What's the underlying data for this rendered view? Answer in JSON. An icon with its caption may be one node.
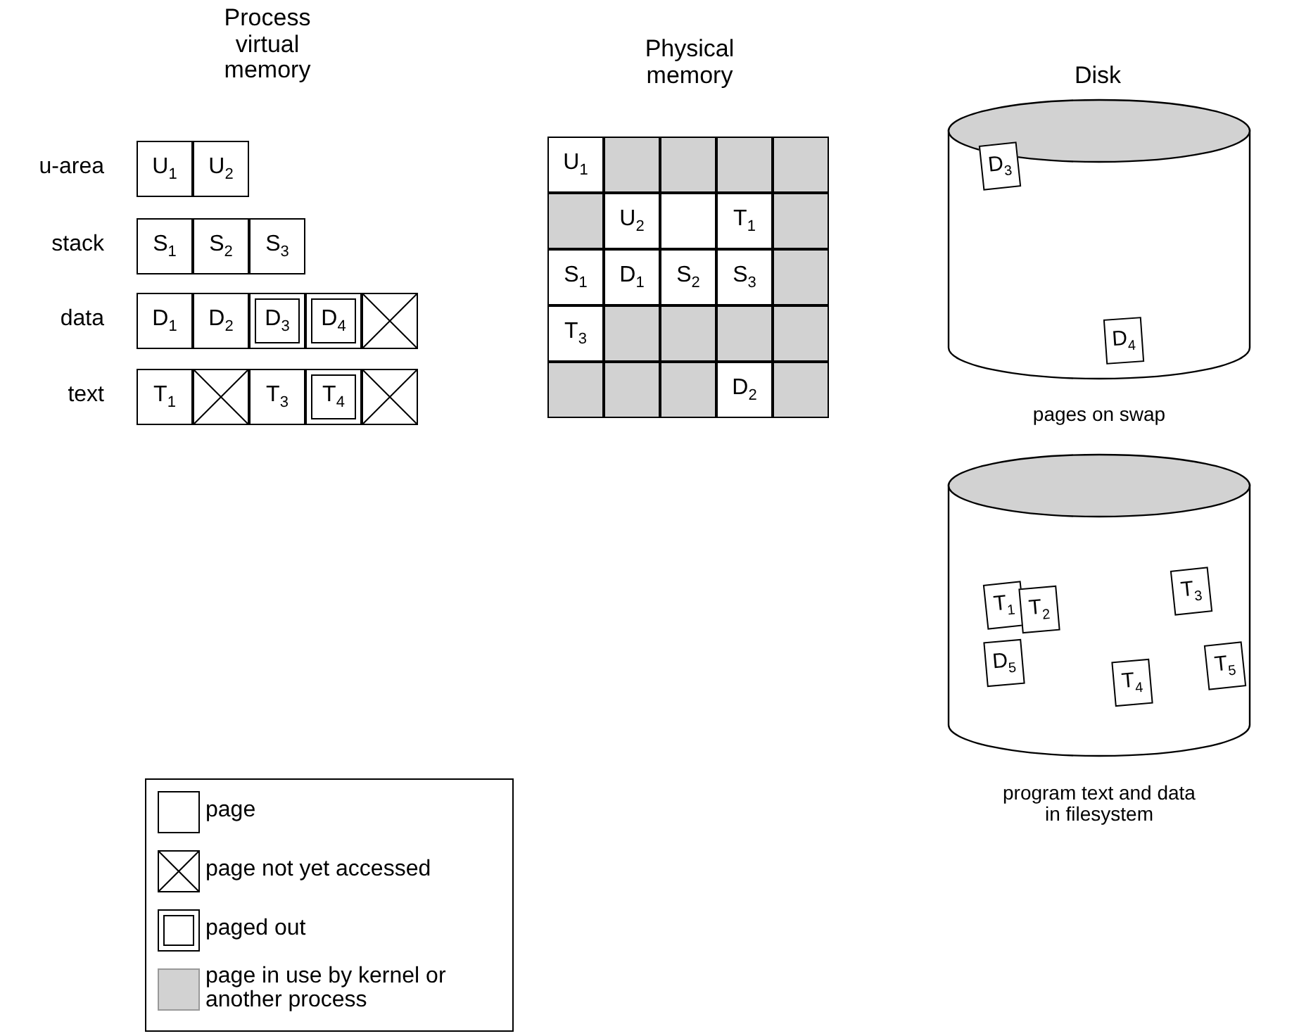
{
  "diagram": {
    "nodes": [
      {
        "text": [
          "U$_{1}$"
        ]
      },
      {
        "text": [
          "U$_{2}$"
        ]
      },
      {
        "text": [
          "S$_{1}$"
        ]
      },
      {
        "text": [
          "S$_{2}$"
        ]
      },
      {
        "text": [
          "S$_{3}$"
        ]
      },
      {
        "text": [
          "D$_{1}$"
        ]
      },
      {
        "text": [
          "D$_{2}$"
        ]
      },
      {
        "text": [
          "D$_{3}$"
        ]
      },
      {
        "text": [
          "D$_{4}$"
        ]
      },
      {
        "text": [],
        "shape": "box"
      },
      {
        "text": [
          "T$_{1}$"
        ]
      },
      {
        "text": [],
        "shape": "box"
      },
      {
        "text": [
          "T$_{3}$"
        ]
      },
      {
        "text": [
          "T$_{4}$"
        ]
      },
      {
        "text": [],
        "shape": "box"
      },
      {
        "text": [
          "U$_{1}$"
        ]
      },
      {
        "text": [],
        "shape": "box"
      },
      {
        "text": [],
        "shape": "box"
      },
      {
        "text": [],
        "shape": "box"
      },
      {
        "text": [],
        "shape": "box"
      },
      {
        "text": [],
        "shape": "box"
      },
      {
        "text": [
          "U$_{2}$"
        ]
      },
      {
        "text": [],
        "shape": "box"
      },
      {
        "text": [
          "T$_{1}$"
        ]
      },
      {
        "text": [],
        "shape": "box"
      },
      {
        "text": [
          "S$_{1}$"
        ]
      },
      {
        "text": [
          "D$_{1}$"
        ]
      },
      {
        "text": [
          "S$_{2}$"
        ]
      },
      {
        "text": [
          "S$_{3}$"
        ]
      },
      {
        "text": [],
        "shape": "box"
      },
      {
        "text": [
          "T$_{3}$"
        ]
      },
      {
        "text": [],
        "shape": "box"
      },
      {
        "text": [],
        "shape": "box"
      },
      {
        "text": [],
        "shape": "box"
      },
      {
        "text": [],
        "shape": "box"
      },
      {
        "text": [],
        "shape": "box"
      },
      {
        "text": [],
        "shape": "box"
      },
      {
        "text": [],
        "shape": "box"
      },
      {
        "text": [
          "D$_{2}$"
        ]
      },
      {
        "text": [],
        "shape": "box"
      },
      {
        "text": [],
        "shape": "cylinder",
        "beside": [
          "pages on swap"
        ]
      },
      {
        "text": [
          "D$_{3}$"
        ],
        "in": 40
      },
      {
        "text": [
          "D$_{4}$"
        ],
        "in": 40
      },
      {
        "text": [],
        "shape": "cylinder",
        "beside": [
          "program text and data in filesystem"
        ]
      },
      {
        "text": [
          "T$_{1}$"
        ],
        "in": 43
      },
      {
        "text": [
          "T$_{2}$"
        ],
        "in": 43
      },
      {
        "text": [
          "T$_{3}$"
        ],
        "in": 43
      },
      {
        "text": [
          "D$_{5}$"
        ],
        "in": 43
      },
      {
        "text": [
          "T$_{4}$"
        ],
        "in": 43
      },
      {
        "text": [
          "T$_{5}$"
        ],
        "in": 43
      }
    ],
    "labels": [
      "Process virtual memory",
      "Physical memory",
      "Disk",
      "u-area",
      "stack",
      "data",
      "text"
    ],
    "legend": [
      {
        "text": "page"
      },
      {
        "text": "page not yet accessed"
      },
      {
        "text": "paged out"
      },
      {
        "text": "page in use by kernel or another process",
        "color": "#d2d2d2"
      }
    ]
  }
}
